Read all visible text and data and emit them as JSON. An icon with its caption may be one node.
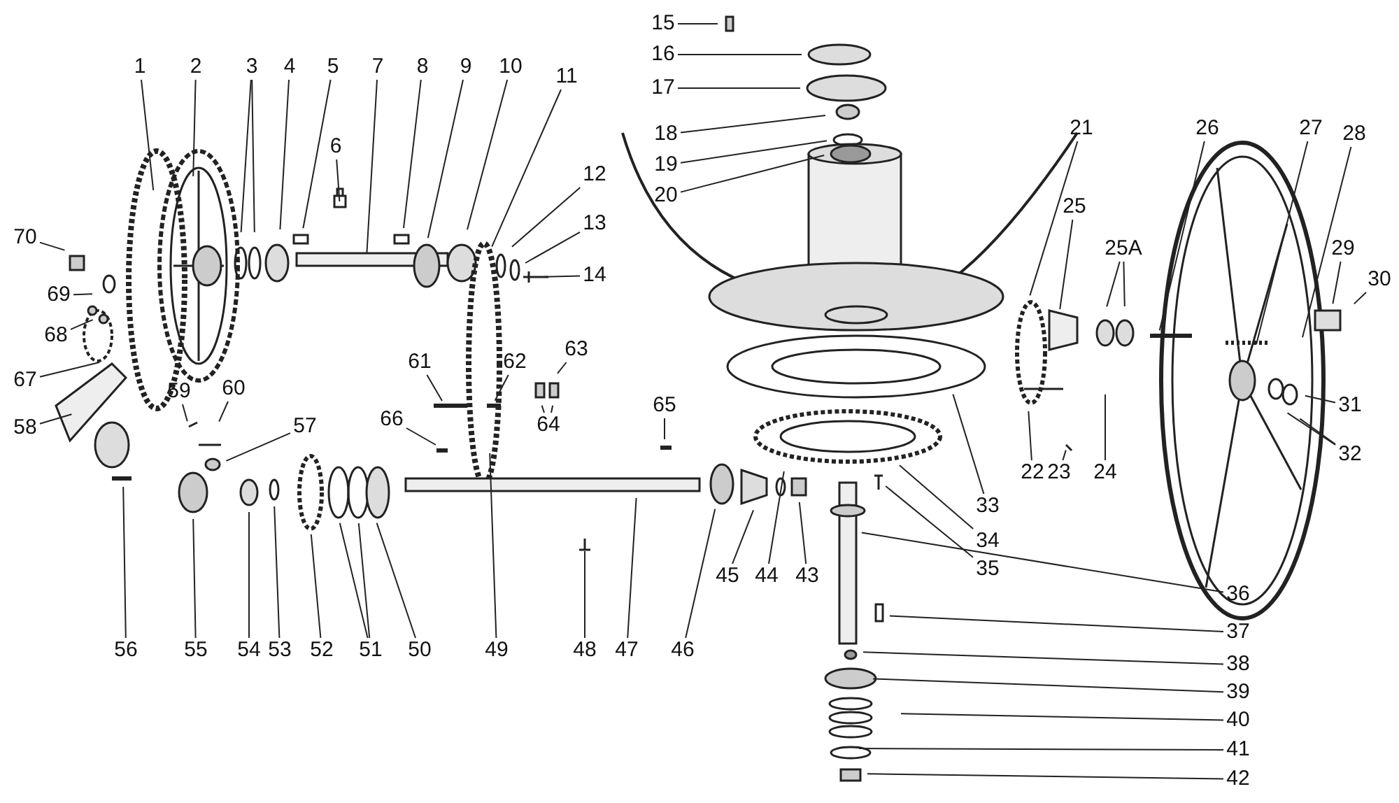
{
  "diagram": {
    "nodes": [
      {
        "text": [
          "1"
        ]
      },
      {
        "text": [
          "2"
        ]
      },
      {
        "text": [
          "3"
        ]
      },
      {
        "text": [
          "4"
        ]
      },
      {
        "text": [
          "5"
        ]
      },
      {
        "text": [
          "6"
        ]
      },
      {
        "text": [
          "7"
        ]
      },
      {
        "text": [
          "8"
        ]
      },
      {
        "text": [
          "9"
        ]
      },
      {
        "text": [
          "10"
        ]
      },
      {
        "text": [
          "11"
        ]
      },
      {
        "text": [
          "12"
        ]
      },
      {
        "text": [
          "13"
        ]
      },
      {
        "text": [
          "14"
        ]
      },
      {
        "text": [
          "15"
        ]
      },
      {
        "text": [
          "16"
        ]
      },
      {
        "text": [
          "17"
        ]
      },
      {
        "text": [
          "18"
        ]
      },
      {
        "text": [
          "19"
        ]
      },
      {
        "text": [
          "20"
        ]
      },
      {
        "text": [
          "21"
        ]
      },
      {
        "text": [
          "22"
        ]
      },
      {
        "text": [
          "23"
        ]
      },
      {
        "text": [
          "24"
        ]
      },
      {
        "text": [
          "25"
        ]
      },
      {
        "text": [
          "25A"
        ]
      },
      {
        "text": [
          "26"
        ]
      },
      {
        "text": [
          "27"
        ]
      },
      {
        "text": [
          "28"
        ]
      },
      {
        "text": [
          "29"
        ]
      },
      {
        "text": [
          "30"
        ]
      },
      {
        "text": [
          "31"
        ]
      },
      {
        "text": [
          "32"
        ]
      },
      {
        "text": [
          "33"
        ]
      },
      {
        "text": [
          "34"
        ]
      },
      {
        "text": [
          "35"
        ]
      },
      {
        "text": [
          "36"
        ]
      },
      {
        "text": [
          "37"
        ]
      },
      {
        "text": [
          "38"
        ]
      },
      {
        "text": [
          "39"
        ]
      },
      {
        "text": [
          "40"
        ]
      },
      {
        "text": [
          "41"
        ]
      },
      {
        "text": [
          "42"
        ]
      },
      {
        "text": [
          "43"
        ]
      },
      {
        "text": [
          "44"
        ]
      },
      {
        "text": [
          "45"
        ]
      },
      {
        "text": [
          "46"
        ]
      },
      {
        "text": [
          "47"
        ]
      },
      {
        "text": [
          "48"
        ]
      },
      {
        "text": [
          "49"
        ]
      },
      {
        "text": [
          "50"
        ]
      },
      {
        "text": [
          "51"
        ]
      },
      {
        "text": [
          "52"
        ]
      },
      {
        "text": [
          "53"
        ]
      },
      {
        "text": [
          "54"
        ]
      },
      {
        "text": [
          "55"
        ]
      },
      {
        "text": [
          "56"
        ]
      },
      {
        "text": [
          "57"
        ]
      },
      {
        "text": [
          "58"
        ]
      },
      {
        "text": [
          "59"
        ]
      },
      {
        "text": [
          "60"
        ]
      },
      {
        "text": [
          "61"
        ]
      },
      {
        "text": [
          "62"
        ]
      },
      {
        "text": [
          "63"
        ]
      },
      {
        "text": [
          "64"
        ]
      },
      {
        "text": [
          "65"
        ]
      },
      {
        "text": [
          "66"
        ]
      },
      {
        "text": [
          "67"
        ]
      },
      {
        "text": [
          "68"
        ]
      },
      {
        "text": [
          "69"
        ]
      },
      {
        "text": [
          "70"
        ]
      }
    ],
    "edges": [
      {
        "from": 0,
        "to": null,
        "arrow": "none"
      },
      {
        "from": 1,
        "to": null,
        "arrow": "none"
      },
      {
        "from": 2,
        "to": null,
        "arrow": "none"
      },
      {
        "from": 2,
        "to": null,
        "arrow": "none"
      },
      {
        "from": 3,
        "to": null,
        "arrow": "none"
      },
      {
        "from": 4,
        "to": null,
        "arrow": "none"
      },
      {
        "from": 5,
        "to": null,
        "arrow": "none"
      },
      {
        "from": 6,
        "to": null,
        "arrow": "none"
      },
      {
        "from": 7,
        "to": null,
        "arrow": "none"
      },
      {
        "from": 8,
        "to": null,
        "arrow": "none"
      },
      {
        "from": 9,
        "to": null,
        "arrow": "none"
      },
      {
        "from": 10,
        "to": null,
        "arrow": "none"
      },
      {
        "from": 11,
        "to": null,
        "arrow": "none"
      },
      {
        "from": 12,
        "to": null,
        "arrow": "none"
      },
      {
        "from": 13,
        "to": null,
        "arrow": "none"
      },
      {
        "from": 14,
        "to": null,
        "arrow": "none"
      },
      {
        "from": 15,
        "to": null,
        "arrow": "none"
      },
      {
        "from": 16,
        "to": null,
        "arrow": "none"
      },
      {
        "from": 17,
        "to": null,
        "arrow": "none"
      },
      {
        "from": 18,
        "to": null,
        "arrow": "none"
      },
      {
        "from": 19,
        "to": null,
        "arrow": "none"
      },
      {
        "from": 20,
        "to": null,
        "arrow": "none"
      },
      {
        "from": 21,
        "to": null,
        "arrow": "none"
      },
      {
        "from": 22,
        "to": null,
        "arrow": "none"
      },
      {
        "from": 23,
        "to": null,
        "arrow": "none"
      },
      {
        "from": 24,
        "to": null,
        "arrow": "none"
      },
      {
        "from": 25,
        "to": null,
        "arrow": "none"
      },
      {
        "from": 25,
        "to": null,
        "arrow": "none"
      },
      {
        "from": 26,
        "to": null,
        "arrow": "none"
      },
      {
        "from": 27,
        "to": null,
        "arrow": "none"
      },
      {
        "from": 28,
        "to": null,
        "arrow": "none"
      },
      {
        "from": 29,
        "to": null,
        "arrow": "none"
      },
      {
        "from": 30,
        "to": null,
        "arrow": "none"
      },
      {
        "from": 31,
        "to": null,
        "arrow": "none"
      },
      {
        "from": 32,
        "to": null,
        "arrow": "none"
      },
      {
        "from": 32,
        "to": null,
        "arrow": "none"
      },
      {
        "from": 33,
        "to": null,
        "arrow": "none"
      },
      {
        "from": 34,
        "to": null,
        "arrow": "none"
      },
      {
        "from": 35,
        "to": null,
        "arrow": "none"
      },
      {
        "from": 36,
        "to": null,
        "arrow": "none"
      },
      {
        "from": 37,
        "to": null,
        "arrow": "none"
      },
      {
        "from": 38,
        "to": null,
        "arrow": "none"
      },
      {
        "from": 39,
        "to": null,
        "arrow": "none"
      },
      {
        "from": 40,
        "to": null,
        "arrow": "none"
      },
      {
        "from": 41,
        "to": null,
        "arrow": "none"
      },
      {
        "from": 42,
        "to": null,
        "arrow": "none"
      },
      {
        "from": 43,
        "to": null,
        "arrow": "none"
      },
      {
        "from": 44,
        "to": null,
        "arrow": "none"
      },
      {
        "from": 45,
        "to": null,
        "arrow": "none"
      },
      {
        "from": 46,
        "to": null,
        "arrow": "none"
      },
      {
        "from": 47,
        "to": null,
        "arrow": "none"
      },
      {
        "from": 48,
        "to": null,
        "arrow": "none"
      },
      {
        "from": 49,
        "to": null,
        "arrow": "none"
      },
      {
        "from": 50,
        "to": null,
        "arrow": "none"
      },
      {
        "from": 51,
        "to": null,
        "arrow": "none"
      },
      {
        "from": 51,
        "to": null,
        "arrow": "none"
      },
      {
        "from": 52,
        "to": null,
        "arrow": "none"
      },
      {
        "from": 53,
        "to": null,
        "arrow": "none"
      },
      {
        "from": 54,
        "to": null,
        "arrow": "none"
      },
      {
        "from": 55,
        "to": null,
        "arrow": "none"
      },
      {
        "from": 56,
        "to": null,
        "arrow": "none"
      },
      {
        "from": 57,
        "to": null,
        "arrow": "none"
      },
      {
        "from": 58,
        "to": null,
        "arrow": "none"
      },
      {
        "from": 59,
        "to": null,
        "arrow": "none"
      },
      {
        "from": 60,
        "to": null,
        "arrow": "none"
      },
      {
        "from": 61,
        "to": null,
        "arrow": "none"
      },
      {
        "from": 62,
        "to": null,
        "arrow": "none"
      },
      {
        "from": 63,
        "to": null,
        "arrow": "none"
      },
      {
        "from": 64,
        "to": null,
        "arrow": "none"
      },
      {
        "from": 64,
        "to": null,
        "arrow": "none"
      },
      {
        "from": 65,
        "to": null,
        "arrow": "none"
      },
      {
        "from": 66,
        "to": null,
        "arrow": "none"
      },
      {
        "from": 67,
        "to": null,
        "arrow": "none"
      },
      {
        "from": 68,
        "to": null,
        "arrow": "none"
      },
      {
        "from": 69,
        "to": null,
        "arrow": "none"
      },
      {
        "from": 70,
        "to": null,
        "arrow": "none"
      }
    ]
  }
}
